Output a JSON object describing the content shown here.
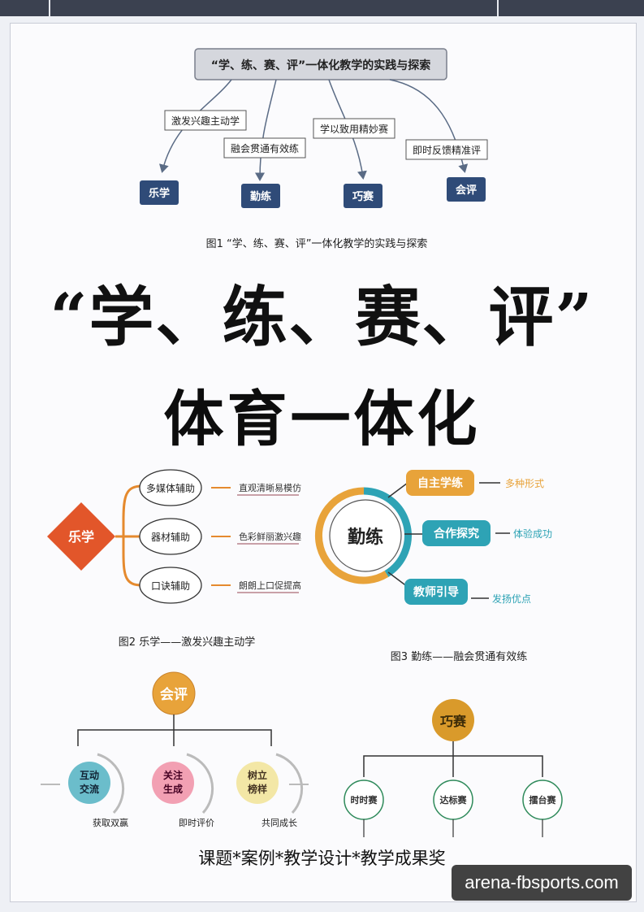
{
  "colors": {
    "navy": "#2f4b78",
    "orange": "#e58a2e",
    "teal": "#2ea3b5",
    "gold": "#d99a2b",
    "red_orange": "#e2562a",
    "mauve": "#c9a0a8",
    "pale_yellow": "#f3e7a6"
  },
  "figure1": {
    "root": "“学、练、赛、评”一体化教学的实践与探索",
    "branches": [
      "激发兴趣主动学",
      "融会贯通有效练",
      "学以致用精妙赛",
      "即时反馈精准评"
    ],
    "leaves": [
      "乐学",
      "勤练",
      "巧赛",
      "会评"
    ],
    "caption": "图1  “学、练、赛、评”一体化教学的实践与探索"
  },
  "title": {
    "line1": "“学、练、赛、评”",
    "line2": "体育一体化"
  },
  "figure2": {
    "center": "乐学",
    "items": [
      {
        "node": "多媒体辅助",
        "desc": "直观清晰易模仿"
      },
      {
        "node": "器材辅助",
        "desc": "色彩鲜丽激兴趣"
      },
      {
        "node": "口诀辅助",
        "desc": "朗朗上口促提高"
      }
    ],
    "caption": "图2  乐学——激发兴趣主动学"
  },
  "figure3": {
    "center": "勤练",
    "items": [
      {
        "node": "自主学练",
        "desc": "多种形式"
      },
      {
        "node": "合作探究",
        "desc": "体验成功"
      },
      {
        "node": "教师引导",
        "desc": "发扬优点"
      }
    ],
    "caption": "图3  勤练——融会贯通有效练"
  },
  "figure4": {
    "center": "会评",
    "circles": [
      {
        "line1": "互动",
        "line2": "交流",
        "desc": "获取双赢"
      },
      {
        "line1": "关注",
        "line2": "生成",
        "desc": "即时评价"
      },
      {
        "line1": "树立",
        "line2": "榜样",
        "desc": "共同成长"
      }
    ]
  },
  "figure5": {
    "center": "巧赛",
    "circles": [
      "时时赛",
      "达标赛",
      "擂台赛"
    ]
  },
  "footer": "课题*案例*教学设计*教学成果奖",
  "watermark": "arena-fbsports.com"
}
